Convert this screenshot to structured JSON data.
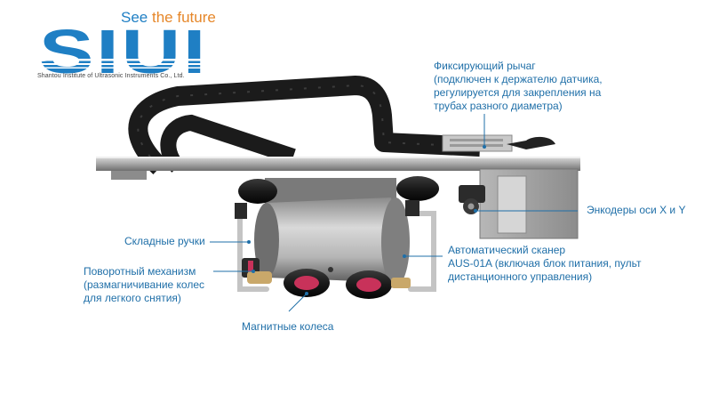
{
  "brand": {
    "tagline_prefix": "See ",
    "tagline_accent": "the future",
    "logo_text": "SIUI",
    "company": "Shantou Institute of Ultrasonic Instruments Co., Ltd.",
    "colors": {
      "blue": "#1f7fc4",
      "orange": "#e6872a",
      "callout": "#1f6fa8"
    }
  },
  "callouts": {
    "lever": {
      "line1": "Фиксирующий рычаг",
      "line2": "(подключен к держателю датчика,",
      "line3": "регулируется для закрепления на",
      "line4": "трубах разного диаметра)"
    },
    "encoders": {
      "line1": "Энкодеры оси X и Y"
    },
    "handles": {
      "line1": "Складные ручки"
    },
    "scanner": {
      "line1": "Автоматический сканер",
      "line2": "AUS-01A (включая блок питания, пульт",
      "line3": "дистанционного управления)"
    },
    "rotation": {
      "line1": "Поворотный механизм",
      "line2": "(размагничивание колес",
      "line3": "для легкого снятия)"
    },
    "wheels": {
      "line1": "Магнитные колеса"
    }
  }
}
